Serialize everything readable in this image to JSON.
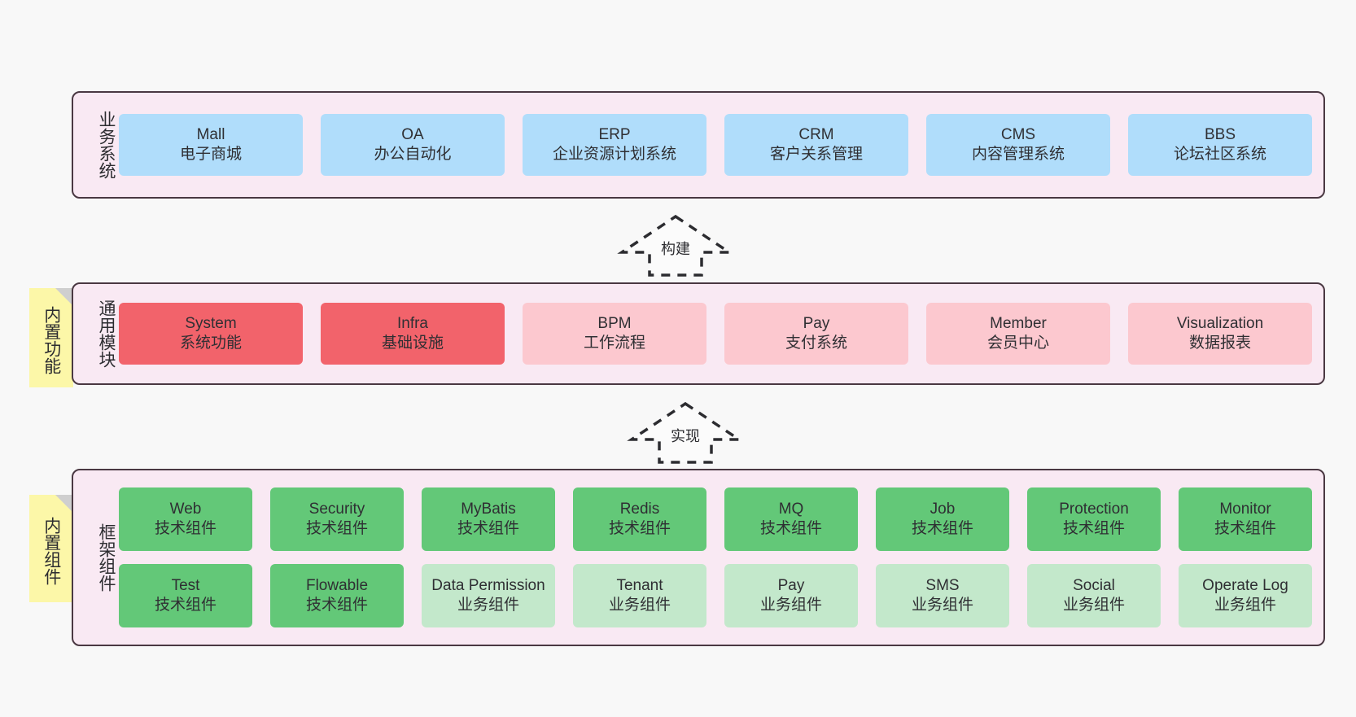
{
  "diagram": {
    "background": "#f8f8f8",
    "container_fill": "#f9e9f3",
    "container_border": "#4a3842",
    "note_fill": "#fcf7a8",
    "colors": {
      "blue": "#b0ddfb",
      "red": "#f2636b",
      "pink": "#fcc8cf",
      "green": "#63c878",
      "mint": "#c3e8cb"
    }
  },
  "sections": [
    {
      "title": "业务系统",
      "rows": [
        [
          {
            "t1": "Mall",
            "t2": "电子商城",
            "color": "blue"
          },
          {
            "t1": "OA",
            "t2": "办公自动化",
            "color": "blue"
          },
          {
            "t1": "ERP",
            "t2": "企业资源计划系统",
            "color": "blue"
          },
          {
            "t1": "CRM",
            "t2": "客户关系管理",
            "color": "blue"
          },
          {
            "t1": "CMS",
            "t2": "内容管理系统",
            "color": "blue"
          },
          {
            "t1": "BBS",
            "t2": "论坛社区系统",
            "color": "blue"
          }
        ]
      ]
    },
    {
      "title": "通用模块",
      "note": "内置功能",
      "rows": [
        [
          {
            "t1": "System",
            "t2": "系统功能",
            "color": "red"
          },
          {
            "t1": "Infra",
            "t2": "基础设施",
            "color": "red"
          },
          {
            "t1": "BPM",
            "t2": "工作流程",
            "color": "pink"
          },
          {
            "t1": "Pay",
            "t2": "支付系统",
            "color": "pink"
          },
          {
            "t1": "Member",
            "t2": "会员中心",
            "color": "pink"
          },
          {
            "t1": "Visualization",
            "t2": "数据报表",
            "color": "pink"
          }
        ]
      ]
    },
    {
      "title": "框架组件",
      "note": "内置组件",
      "rows": [
        [
          {
            "t1": "Web",
            "t2": "技术组件",
            "color": "green"
          },
          {
            "t1": "Security",
            "t2": "技术组件",
            "color": "green"
          },
          {
            "t1": "MyBatis",
            "t2": "技术组件",
            "color": "green"
          },
          {
            "t1": "Redis",
            "t2": "技术组件",
            "color": "green"
          },
          {
            "t1": "MQ",
            "t2": "技术组件",
            "color": "green"
          },
          {
            "t1": "Job",
            "t2": "技术组件",
            "color": "green"
          },
          {
            "t1": "Protection",
            "t2": "技术组件",
            "color": "green"
          },
          {
            "t1": "Monitor",
            "t2": "技术组件",
            "color": "green"
          }
        ],
        [
          {
            "t1": "Test",
            "t2": "技术组件",
            "color": "green"
          },
          {
            "t1": "Flowable",
            "t2": "技术组件",
            "color": "green"
          },
          {
            "t1": "Data Permission",
            "t2": "业务组件",
            "color": "mint"
          },
          {
            "t1": "Tenant",
            "t2": "业务组件",
            "color": "mint"
          },
          {
            "t1": "Pay",
            "t2": "业务组件",
            "color": "mint"
          },
          {
            "t1": "SMS",
            "t2": "业务组件",
            "color": "mint"
          },
          {
            "t1": "Social",
            "t2": "业务组件",
            "color": "mint"
          },
          {
            "t1": "Operate Log",
            "t2": "业务组件",
            "color": "mint"
          }
        ]
      ]
    }
  ],
  "connectors": [
    {
      "label": "构建"
    },
    {
      "label": "实现"
    }
  ]
}
